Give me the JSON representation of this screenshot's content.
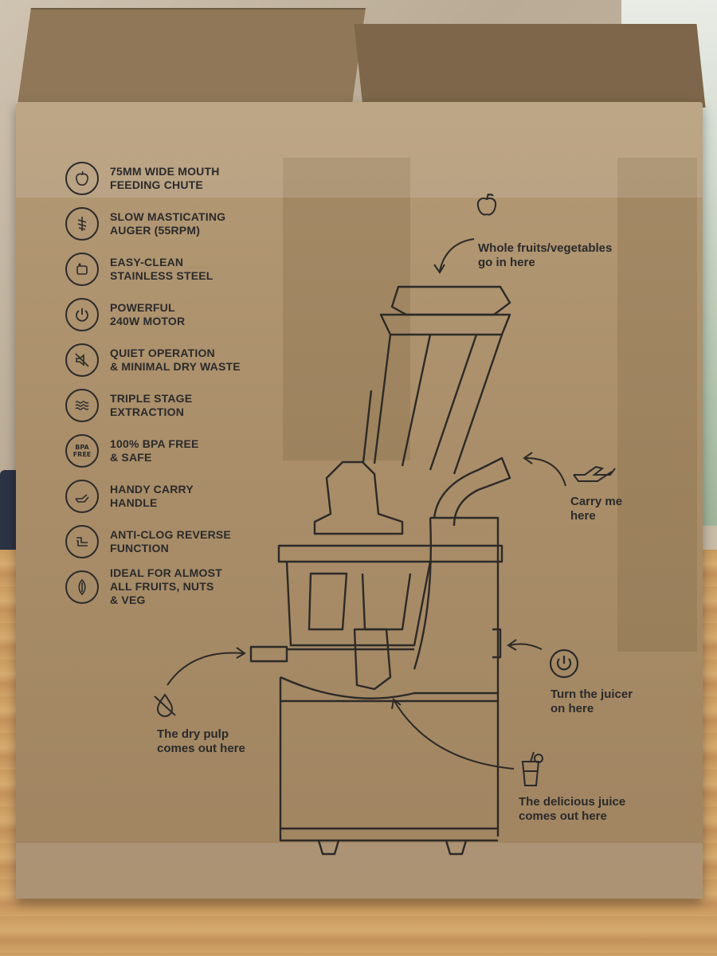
{
  "features": [
    {
      "icon": "apple-icon",
      "glyph": "",
      "text": "75MM WIDE MOUTH\nFEEDING CHUTE"
    },
    {
      "icon": "auger-icon",
      "glyph": "",
      "text": "SLOW MASTICATING\nAUGER (55RPM)"
    },
    {
      "icon": "clean-icon",
      "glyph": "",
      "text": "EASY-CLEAN\nSTAINLESS STEEL"
    },
    {
      "icon": "power-icon",
      "glyph": "",
      "text": "POWERFUL\n240W MOTOR"
    },
    {
      "icon": "mute-icon",
      "glyph": "",
      "text": "QUIET OPERATION\n& MINIMAL DRY WASTE"
    },
    {
      "icon": "waves-icon",
      "glyph": "",
      "text": "TRIPLE STAGE\nEXTRACTION"
    },
    {
      "icon": "bpa-free-icon",
      "glyph": "BPA FREE",
      "text": "100% BPA FREE\n& SAFE"
    },
    {
      "icon": "hand-icon",
      "glyph": "",
      "text": "HANDY CARRY\nHANDLE"
    },
    {
      "icon": "pipe-icon",
      "glyph": "",
      "text": "ANTI-CLOG REVERSE\nFUNCTION"
    },
    {
      "icon": "almond-icon",
      "glyph": "",
      "text": "IDEAL FOR ALMOST\nALL FRUITS, NUTS\n& VEG"
    }
  ],
  "callouts": {
    "whole_fruits": "Whole fruits/vegetables\ngo in here",
    "carry": "Carry me\nhere",
    "turn_on": "Turn the juicer\non here",
    "dry_pulp": "The dry pulp\ncomes out here",
    "juice": "The delicious juice\ncomes out here"
  },
  "colors": {
    "cardboard": "#a98e69",
    "ink": "#2a2a2a"
  }
}
